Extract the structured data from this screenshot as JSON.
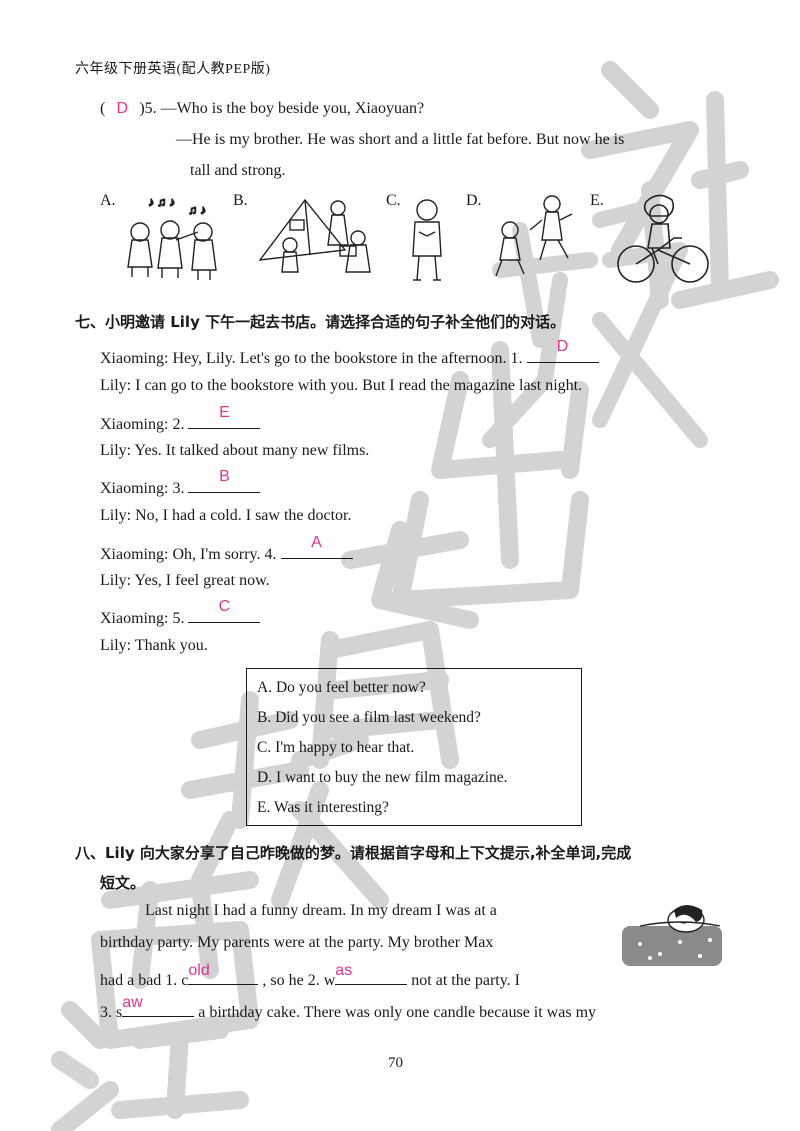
{
  "header": "六年级下册英语(配人教PEP版)",
  "q5": {
    "paren_open": "(",
    "answer": "D",
    "paren_close": ")",
    "prompt": "5. —Who is the boy beside you, Xiaoyuan?",
    "reply_line1": "—He is my brother. He was short and a little fat before. But now he is",
    "reply_line2": "tall and strong."
  },
  "pictures": [
    {
      "label": "A."
    },
    {
      "label": "B."
    },
    {
      "label": "C."
    },
    {
      "label": "D."
    },
    {
      "label": "E."
    }
  ],
  "section7": {
    "title": "七、小明邀请 Lily 下午一起去书店。请选择合适的句子补全他们的对话。",
    "lines": [
      {
        "text": "Xiaoming: Hey, Lily. Let's go to the bookstore in the afternoon. 1.",
        "answer": "D"
      },
      {
        "text": "Lily: I can go to the bookstore with you. But I read the magazine last night."
      },
      {
        "text": "Xiaoming: 2.",
        "answer": "E"
      },
      {
        "text": "Lily: Yes. It talked about many new films."
      },
      {
        "text": "Xiaoming: 3.",
        "answer": "B"
      },
      {
        "text": "Lily: No, I had a cold. I saw the doctor."
      },
      {
        "text": "Xiaoming: Oh, I'm sorry. 4.",
        "answer": "A"
      },
      {
        "text": "Lily: Yes, I feel great now."
      },
      {
        "text": "Xiaoming: 5.",
        "answer": "C"
      },
      {
        "text": "Lily: Thank you."
      }
    ],
    "options": [
      "A. Do you feel better now?",
      "B. Did you see a film last weekend?",
      "C. I'm happy to hear that.",
      "D. I want to buy the new film magazine.",
      "E. Was it interesting?"
    ]
  },
  "section8": {
    "title_line1": "八、Lily 向大家分享了自己昨晚做的梦。请根据首字母和上下文提示,补全单词,完成",
    "title_line2": "短文。",
    "p1": "Last night I had a funny dream. In my dream I was at a",
    "p2": "birthday party. My parents were at the party. My brother Max",
    "p3_a": "had a bad 1. c",
    "p3_ans1": "old",
    "p3_b": ", so he 2. w",
    "p3_ans2": "as",
    "p3_c": "not at the party. I",
    "p4_a": "3. s",
    "p4_ans": "aw",
    "p4_b": "a birthday cake. There was only one candle because it was my"
  },
  "page_number": "70",
  "watermark": "江西教育出版社",
  "colors": {
    "answer": "#e0338e",
    "text": "#1a1a1a",
    "watermark": "#d0d0d0"
  }
}
